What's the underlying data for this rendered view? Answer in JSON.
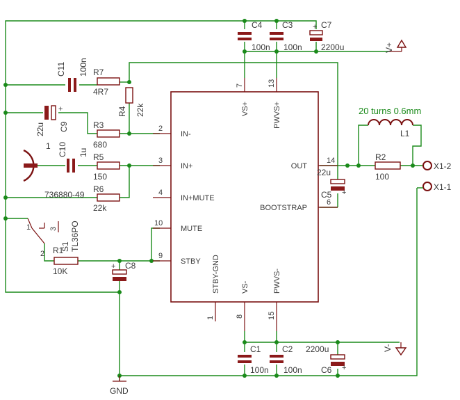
{
  "ic": {
    "pins_left": [
      {
        "name": "IN-",
        "num": "2"
      },
      {
        "name": "IN+",
        "num": "3"
      },
      {
        "name": "IN+MUTE",
        "num": "4"
      },
      {
        "name": "MUTE",
        "num": "10"
      },
      {
        "name": "STBY",
        "num": "9"
      }
    ],
    "pins_right": [
      {
        "name": "OUT",
        "num": "14"
      },
      {
        "name": "BOOTSTRAP",
        "num": "6"
      }
    ],
    "pins_top": [
      {
        "name": "VS+",
        "num": "7"
      },
      {
        "name": "PWVS+",
        "num": "13"
      }
    ],
    "pins_bottom": [
      {
        "name": "STBY-GND",
        "num": "1"
      },
      {
        "name": "VS-",
        "num": "8"
      },
      {
        "name": "PWVS-",
        "num": "15"
      }
    ]
  },
  "caps": {
    "c4": {
      "name": "C4",
      "value": "100n"
    },
    "c3": {
      "name": "C3",
      "value": "100n"
    },
    "c7": {
      "name": "C7",
      "value": "2200u"
    },
    "c11": {
      "name": "C11",
      "value": "100n"
    },
    "c9": {
      "name": "C9",
      "value": "22u"
    },
    "c10": {
      "name": "C10",
      "value": "1u"
    },
    "c8": {
      "name": "C8"
    },
    "c5": {
      "name": "C5",
      "value": "22u"
    },
    "c1": {
      "name": "C1",
      "value": "100n"
    },
    "c2": {
      "name": "C2",
      "value": "100n"
    },
    "c6": {
      "name": "C6",
      "value": "2200u"
    }
  },
  "resistors": {
    "r7": {
      "name": "R7",
      "value": "4R7"
    },
    "r4": {
      "name": "R4",
      "value": "22k"
    },
    "r3": {
      "name": "R3",
      "value": "680"
    },
    "r5": {
      "name": "R5",
      "value": "150"
    },
    "r6": {
      "name": "R6",
      "value": "22k"
    },
    "r1": {
      "name": "R1",
      "value": "10K"
    },
    "r2": {
      "name": "R2",
      "value": "100"
    }
  },
  "inductor": {
    "name": "L1",
    "note": "20 turns 0.6mm"
  },
  "switch": {
    "name": "S1",
    "part": "TL36PO",
    "pin1": "1",
    "pin2": "2",
    "pin3": "3"
  },
  "jack": {
    "part": "736880-49",
    "pin": "1"
  },
  "connectors": {
    "x1_2": "X1-2",
    "x1_1": "X1-1"
  },
  "supplies": {
    "vplus": "V+",
    "vminus": "V-",
    "gnd": "GND"
  }
}
